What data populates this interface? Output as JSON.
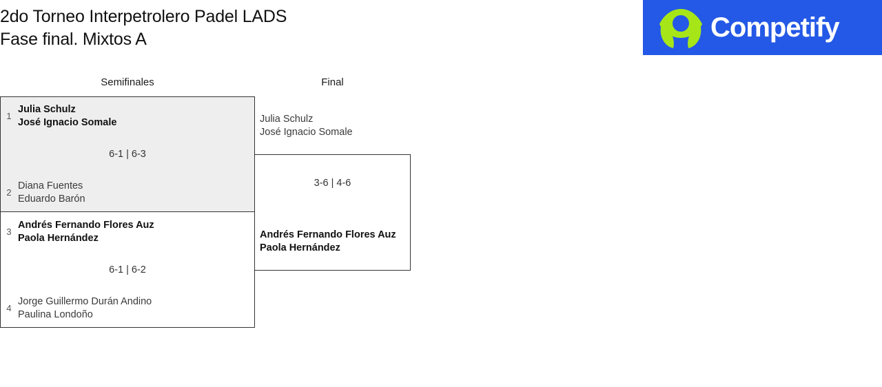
{
  "header": {
    "title_line_1": "2do Torneo Interpetrolero Padel LADS",
    "title_line_2": "Fase final. Mixtos A"
  },
  "brand": {
    "name": "Competify",
    "banner_color": "#2458e6",
    "mark_color": "#a6e619",
    "text_color": "#ffffff",
    "logo_icon": "competify-person-eye-icon"
  },
  "bracket": {
    "rounds": [
      {
        "id": "semifinals",
        "label": "Semifinales"
      },
      {
        "id": "final",
        "label": "Final"
      }
    ],
    "matches": {
      "semifinal_1": {
        "score": "6-1 | 6-3",
        "highlighted": true,
        "top": {
          "seed": "1",
          "player_1": "Julia Schulz",
          "player_2": "José Ignacio Somale",
          "result": "winner"
        },
        "bottom": {
          "seed": "2",
          "player_1": "Diana Fuentes",
          "player_2": "Eduardo Barón",
          "result": "loser"
        }
      },
      "semifinal_2": {
        "score": "6-1 | 6-2",
        "highlighted": false,
        "top": {
          "seed": "3",
          "player_1": "Andrés Fernando Flores Auz",
          "player_2": "Paola Hernández",
          "result": "winner"
        },
        "bottom": {
          "seed": "4",
          "player_1": "Jorge Guillermo Durán Andino",
          "player_2": "Paulina Londoño",
          "result": "loser"
        }
      },
      "final": {
        "score": "3-6 | 4-6",
        "highlighted": false,
        "top": {
          "player_1": "Julia Schulz",
          "player_2": "José Ignacio Somale",
          "result": "loser"
        },
        "bottom": {
          "player_1": "Andrés Fernando Flores Auz",
          "player_2": "Paola Hernández",
          "result": "winner"
        }
      }
    }
  }
}
